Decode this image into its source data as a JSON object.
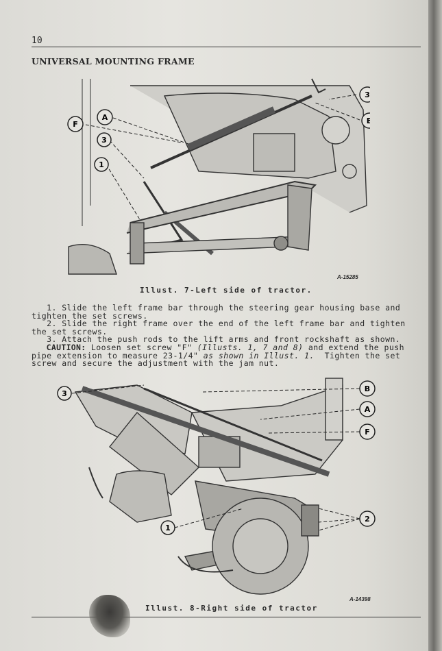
{
  "page_number": "10",
  "title": "UNIVERSAL MOUNTING FRAME",
  "illus7": {
    "caption": "Illust. 7-Left side of tractor.",
    "code": "A-15285",
    "callouts": [
      "3",
      "B",
      "A",
      "F",
      "3",
      "1"
    ]
  },
  "instructions": {
    "step1_line1": "   1. Slide the left frame bar through the steering gear housing base and",
    "step1_line2": "tighten the set screws.",
    "step2_line1": "   2. Slide the right frame over the end of the left frame bar and tighten",
    "step2_line2": "the set screws.",
    "step3_line1": "   3. Attach the push rods to the lift arms and front rockshaft as shown.",
    "caution_label": "   CAUTION:",
    "caution_text_a": " Loosen set screw \"F\" ",
    "caution_ref": "(Illusts. 1, 7 and 8)",
    "caution_text_b": " and extend the push",
    "caution_line2_a": "pipe extension to measure 23-1/4\" ",
    "caution_line2_ref": "as shown in Illust. 1.",
    "caution_line2_b": "  Tighten the set",
    "caution_line3": "screw and secure the adjustment with the jam nut."
  },
  "illus8": {
    "caption": "Illust. 8-Right side of tractor",
    "code": "A-14398",
    "callouts": [
      "3",
      "B",
      "A",
      "F",
      "1",
      "2"
    ]
  }
}
